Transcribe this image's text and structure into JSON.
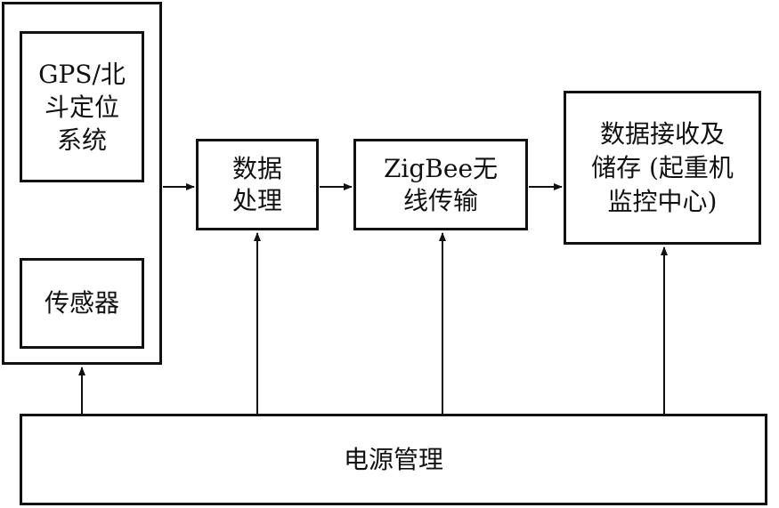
{
  "nodes": {
    "gps": "GPS/北\n斗定位\n系统",
    "sensor": "传感器",
    "data_processing": "数据\n处理",
    "zigbee": "ZigBee无\n线传输",
    "receiver": "数据接收及\n储存 (起重机\n监控中心)",
    "power": "电源管理"
  }
}
